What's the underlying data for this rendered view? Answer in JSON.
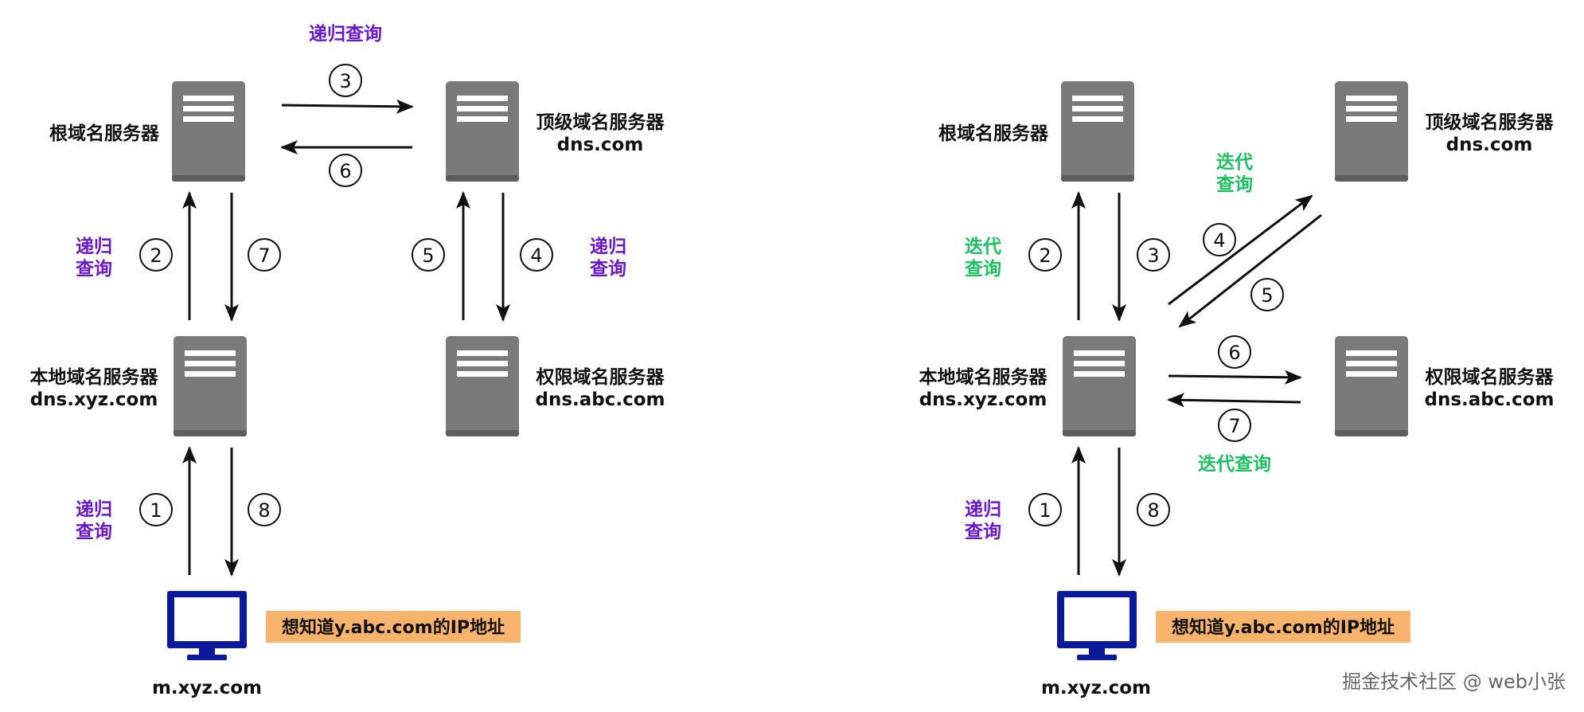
{
  "colors": {
    "server_body": "#7a7a7a",
    "server_stripe": "#ffffff",
    "monitor": "#0b1a9a",
    "recursive": "#6a19c8",
    "iterative": "#1fc064",
    "note_bg": "#f8b36c",
    "arrow": "#111111"
  },
  "icons": [
    "server-icon",
    "monitor-icon"
  ],
  "left": {
    "root_server": "根域名服务器",
    "tld_server": "顶级域名服务器",
    "tld_domain": "dns.com",
    "local_server": "本地域名服务器",
    "local_domain": "dns.xyz.com",
    "auth_server": "权限域名服务器",
    "auth_domain": "dns.abc.com",
    "client": "m.xyz.com",
    "note": "想知道y.abc.com的IP地址",
    "top_label": "递归查询",
    "label_2_line1": "递归",
    "label_2_line2": "查询",
    "label_4_line1": "递归",
    "label_4_line2": "查询",
    "label_1_line1": "递归",
    "label_1_line2": "查询",
    "steps": [
      "①",
      "②",
      "③",
      "④",
      "⑤",
      "⑥",
      "⑦",
      "⑧"
    ]
  },
  "right": {
    "root_server": "根域名服务器",
    "tld_server": "顶级域名服务器",
    "tld_domain": "dns.com",
    "local_server": "本地域名服务器",
    "local_domain": "dns.xyz.com",
    "auth_server": "权限域名服务器",
    "auth_domain": "dns.abc.com",
    "client": "m.xyz.com",
    "note": "想知道y.abc.com的IP地址",
    "label_2_line1": "迭代",
    "label_2_line2": "查询",
    "label_tld_line1": "迭代",
    "label_tld_line2": "查询",
    "label_auth": "迭代查询",
    "label_1_line1": "递归",
    "label_1_line2": "查询",
    "steps": [
      "①",
      "②",
      "③",
      "④",
      "⑤",
      "⑥",
      "⑦",
      "⑧"
    ]
  },
  "watermark": "掘金技术社区 @ web小张"
}
